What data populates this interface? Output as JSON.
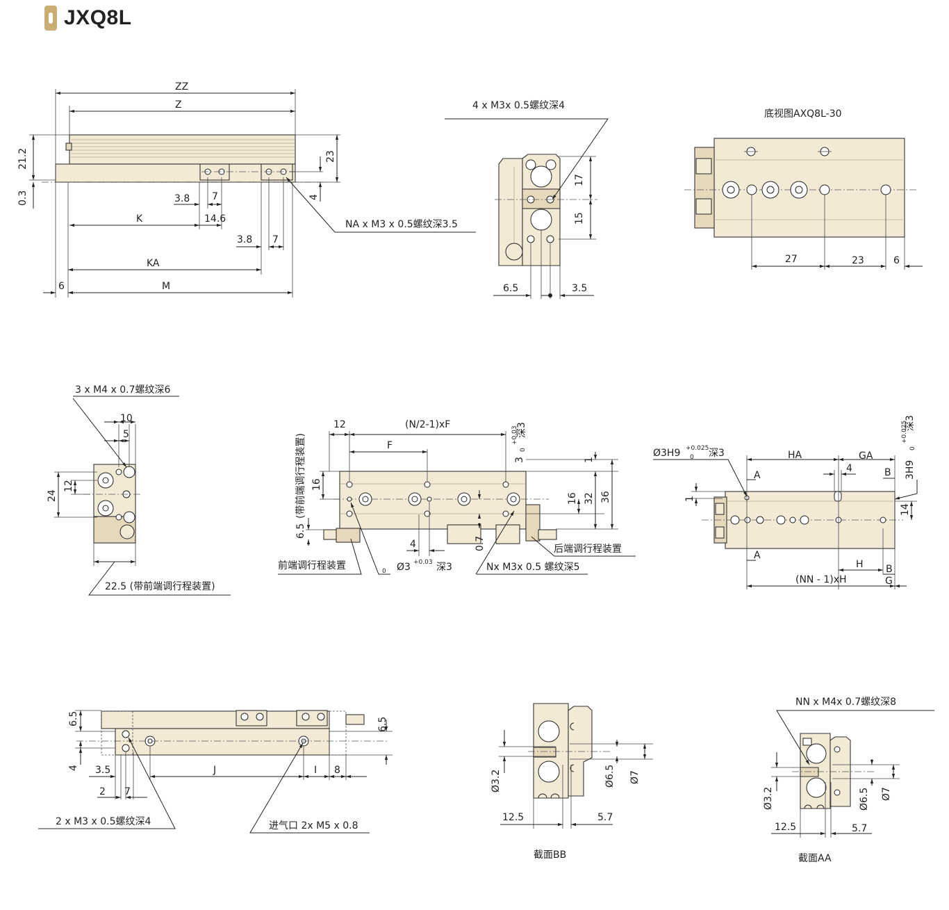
{
  "header": {
    "title": "JXQ8L"
  },
  "views": {
    "top": {
      "labels": {
        "zz": "ZZ",
        "z": "Z",
        "v21_2": "21.2",
        "v0_3": "0.3",
        "v23": "23",
        "v4": "4",
        "v3_8a": "3.8",
        "v7a": "7",
        "v14_6": "14.6",
        "k": "K",
        "v3_8b": "3.8",
        "v7b": "7",
        "ka": "KA",
        "v6": "6",
        "m": "M"
      },
      "callout": "NA x M3 x 0.5螺纹深3.5"
    },
    "end": {
      "callout": "4 x M3x 0.5螺纹深4",
      "labels": {
        "v17": "17",
        "v15": "15",
        "v6_5": "6.5",
        "v3_5": "3.5"
      }
    },
    "bottom": {
      "title": "底视图AXQ8L-30",
      "labels": {
        "v27": "27",
        "v23": "23",
        "v6": "6"
      }
    },
    "front_end": {
      "callout_top": "3 x M4 x 0.7螺纹深6",
      "labels": {
        "v10": "10",
        "v5": "5",
        "v24": "24",
        "v12": "12"
      },
      "callout_bottom": "22.5 (带前端调行程装置)"
    },
    "side": {
      "labels": {
        "v12": "12",
        "nf": "(N/2-1)xF",
        "f": "F",
        "deep3": "深3",
        "tol_upper": "+0.03",
        "tol_lower": "0",
        "v3": "3",
        "v1": "1",
        "v16a": "16",
        "v16b": "16",
        "v32": "32",
        "v36": "36",
        "v6_5": "6.5",
        "v4": "4",
        "v0_7": "0.7",
        "side_note": "(带前端调行程装置)",
        "dia3": "Ø3",
        "dia3_tol": "+0.03",
        "dia3_tol0": "0",
        "dia3_deep": "深3"
      },
      "callouts": {
        "front_adj": "前端调行程装置",
        "rear_adj": "后端调行程装置",
        "thread": "Nx M3x 0.5 螺纹深5"
      }
    },
    "rail": {
      "labels": {
        "dia_h9": "Ø3H9",
        "tol_u": "+0.025",
        "tol_l": "0",
        "deep": "深3",
        "ha": "HA",
        "ga": "GA",
        "a1": "A",
        "v4": "4",
        "b1": "B",
        "v3h9": "3H9",
        "v1": "1",
        "v14": "14",
        "a2": "A",
        "h": "H",
        "b2": "B",
        "nnh": "(NN - 1)xH",
        "g": "G"
      }
    },
    "bottom_side": {
      "labels": {
        "v6_5a": "6.5",
        "v6_5b": "6.5",
        "v4": "4",
        "v3_5": "3.5",
        "j": "J",
        "i": "I",
        "v8": "8",
        "v2": "2",
        "v7": "7"
      },
      "callouts": {
        "thread": "2 x M3 x 0.5螺纹深4",
        "port": "进气口 2x M5 x 0.8"
      }
    },
    "section_bb": {
      "title": "截面BB",
      "labels": {
        "d3_2": "Ø3.2",
        "d6_5": "Ø6.5",
        "d7": "Ø7",
        "v12_5": "12.5",
        "v5_7": "5.7"
      }
    },
    "section_aa": {
      "title": "截面AA",
      "callout": "NN x M4x 0.7螺纹深8",
      "labels": {
        "d3_2": "Ø3.2",
        "d6_5": "Ø6.5",
        "d7": "Ø7",
        "v12_5": "12.5",
        "v5_7": "5.7"
      }
    }
  }
}
